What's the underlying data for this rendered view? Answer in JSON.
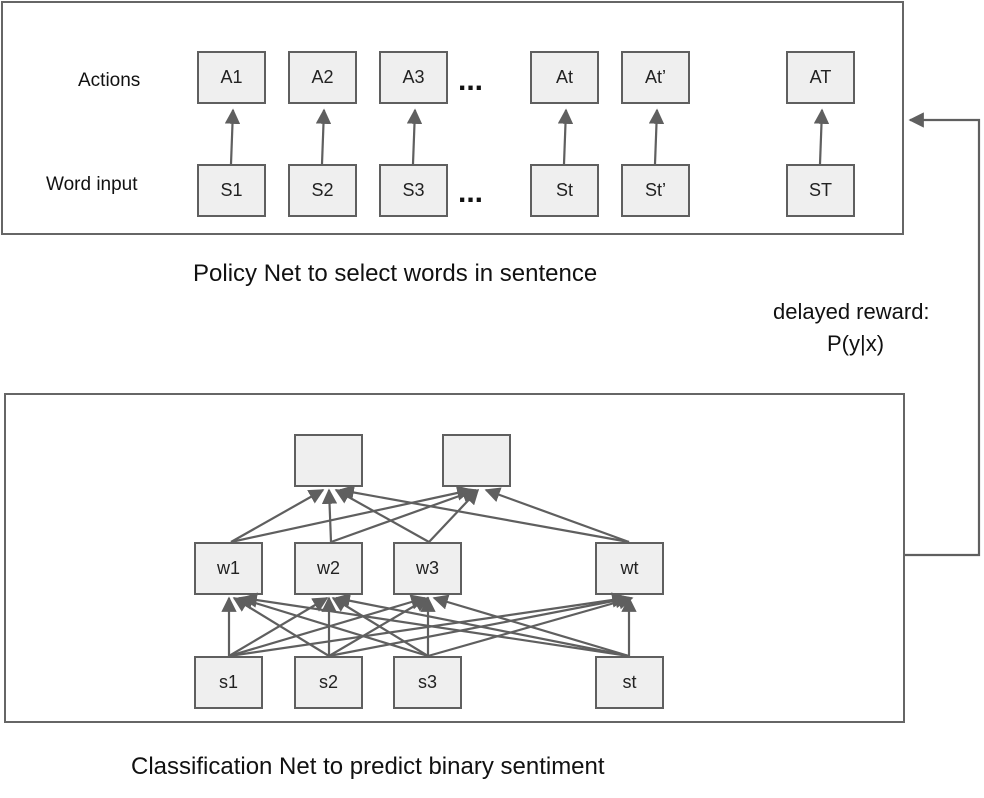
{
  "policy_net": {
    "row_labels": {
      "actions": "Actions",
      "word_input": "Word input"
    },
    "actions": [
      "A1",
      "A2",
      "A3",
      "At",
      "At’",
      "AT"
    ],
    "inputs": [
      "S1",
      "S2",
      "S3",
      "St",
      "St’",
      "ST"
    ],
    "ellipsis": "...",
    "caption": "Policy Net to select words in sentence"
  },
  "reward": {
    "line1": "delayed reward:",
    "line2": "P(y|x)"
  },
  "classification_net": {
    "outputs": [
      "",
      ""
    ],
    "hidden": [
      "w1",
      "w2",
      "w3",
      "wt"
    ],
    "inputs": [
      "s1",
      "s2",
      "s3",
      "st"
    ],
    "caption": "Classification Net to predict binary sentiment"
  },
  "colors": {
    "node_fill": "#efefef",
    "stroke": "#5f5f5f",
    "text": "#111111"
  }
}
